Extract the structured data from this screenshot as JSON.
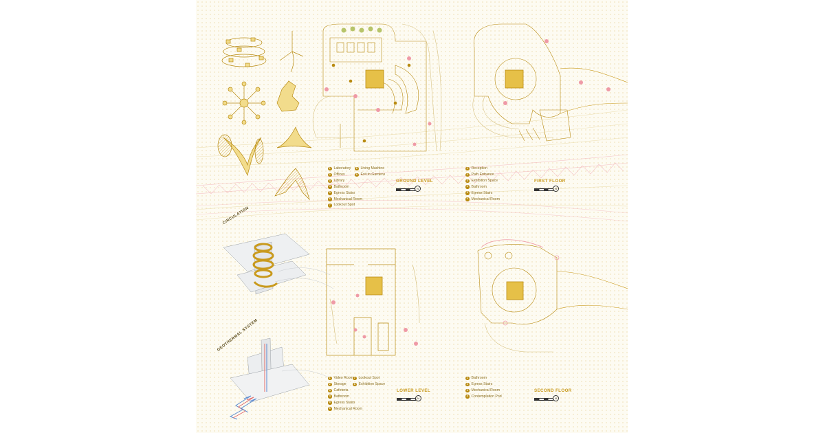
{
  "sections": {
    "ground": {
      "title": "GROUND LEVEL",
      "legend": [
        {
          "n": "1",
          "label": "Laboratory"
        },
        {
          "n": "2",
          "label": "Offices"
        },
        {
          "n": "3",
          "label": "Library"
        },
        {
          "n": "4",
          "label": "Bathroom"
        },
        {
          "n": "5",
          "label": "Egress Stairs"
        },
        {
          "n": "6",
          "label": "Mechanical Room"
        },
        {
          "n": "7",
          "label": "Lookout Spot"
        },
        {
          "n": "8",
          "label": "Living Machine"
        },
        {
          "n": "9",
          "label": "Exit to Gardens"
        }
      ]
    },
    "first": {
      "title": "FIRST FLOOR",
      "legend": [
        {
          "n": "1",
          "label": "Reception"
        },
        {
          "n": "2",
          "label": "Path Entrance"
        },
        {
          "n": "3",
          "label": "Exhibition Space"
        },
        {
          "n": "4",
          "label": "Bathroom"
        },
        {
          "n": "5",
          "label": "Egress Stairs"
        },
        {
          "n": "6",
          "label": "Mechanical Room"
        }
      ]
    },
    "lower": {
      "title": "LOWER LEVEL",
      "legend": [
        {
          "n": "1",
          "label": "Video Room"
        },
        {
          "n": "2",
          "label": "Storage"
        },
        {
          "n": "3",
          "label": "Cafeteria"
        },
        {
          "n": "4",
          "label": "Bathroom"
        },
        {
          "n": "5",
          "label": "Egress Stairs"
        },
        {
          "n": "6",
          "label": "Mechanical Room"
        },
        {
          "n": "7",
          "label": "Lookout Spot"
        },
        {
          "n": "8",
          "label": "Exhibition Space"
        }
      ]
    },
    "second": {
      "title": "SECOND FLOOR",
      "legend": [
        {
          "n": "1",
          "label": "Bathroom"
        },
        {
          "n": "2",
          "label": "Egress Stairs"
        },
        {
          "n": "3",
          "label": "Mechanical Room"
        },
        {
          "n": "4",
          "label": "Contemplation Pod"
        }
      ]
    }
  },
  "side_labels": {
    "circulation": "CIRCULATION",
    "geothermal": "GEOTHERMAL SYSTEM"
  },
  "colors": {
    "gold": "#c99a1d",
    "gold_dark": "#b88a10",
    "pink": "#e89aa6",
    "sheet": "#fdfbf2"
  }
}
